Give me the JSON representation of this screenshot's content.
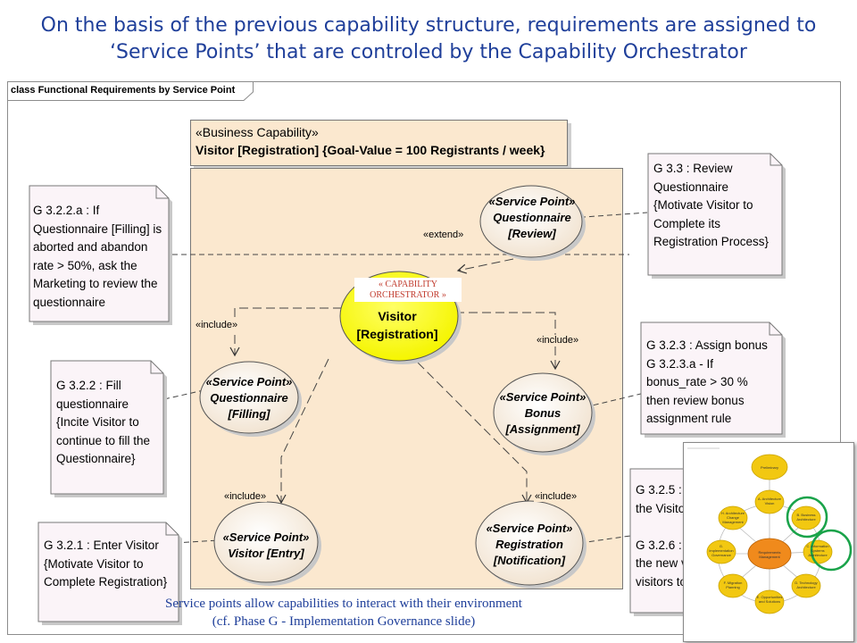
{
  "title": "On the basis of the previous capability structure, requirements are assigned to ‘Service Points’ that are controled by the Capability Orchestrator",
  "diagram": {
    "frame_label": "class Functional Requirements by Service Point",
    "capability": {
      "stereotype": "«Business Capability»",
      "name": "Visitor [Registration] {Goal-Value = 100 Registrants / week}"
    },
    "orchestrator": {
      "tag_line1": "« CAPABILITY",
      "tag_line2": "ORCHESTRATOR »",
      "name_line1": "Visitor",
      "name_line2": "[Registration]"
    },
    "service_points": [
      {
        "stereotype": "«Service Point»",
        "line1": "Questionnaire",
        "line2": "[Review]"
      },
      {
        "stereotype": "«Service Point»",
        "line1": "Questionnaire",
        "line2": "[Filling]"
      },
      {
        "stereotype": "«Service Point»",
        "line1": "Bonus",
        "line2": "[Assignment]"
      },
      {
        "stereotype": "«Service Point»",
        "line1": "Visitor [Entry]",
        "line2": ""
      },
      {
        "stereotype": "«Service Point»",
        "line1": "Registration",
        "line2": "[Notification]"
      }
    ],
    "relations": {
      "extend": "«extend»",
      "include": "«include»"
    },
    "notes": {
      "g3_3": [
        "G 3.3 : Review",
        "Questionnaire",
        "{Motivate Visitor to",
        "Complete its",
        "Registration Process}"
      ],
      "g3_2_2_a": [
        "G 3.2.2.a : If",
        "Questionnaire [Filling] is",
        "aborted and abandon",
        "rate > 50%, ask the",
        "Marketing to review the",
        "questionnaire"
      ],
      "g3_2_3": [
        "G 3.2.3 : Assign bonus",
        "G 3.2.3.a - If",
        "bonus_rate > 30 %",
        "then review bonus",
        "assignment rule"
      ],
      "g3_2_2": [
        "G 3.2.2 : Fill",
        "questionnaire",
        "{Incite Visitor to",
        "continue to fill the",
        "Questionnaire}"
      ],
      "g3_2_1": [
        "G 3.2.1 : Enter Visitor",
        "{Motivate Visitor to",
        "Complete Registration}"
      ],
      "g3_2_5_6": [
        "G 3.2.5 :",
        "the Visito",
        "",
        "G 3.2.6 :",
        "the new v",
        "visitors to"
      ]
    }
  },
  "caption": {
    "line1": "Service points allow capabilities to interact with their environment",
    "line2": "(cf. Phase G - Implementation Governance slide)"
  },
  "adm_thumbnail": {
    "center": "Requirements Management",
    "phases": [
      "Preliminary",
      "A. Architecture Vision",
      "B. Business Architecture",
      "C. Information Systems Architecture",
      "D. Technology Architecture",
      "E. Opportunities and Solutions",
      "F. Migration Planning",
      "G. Implementation Governance",
      "H. Architecture Change Management"
    ],
    "highlight_color": "#1aa34a"
  },
  "colors": {
    "title": "#1f3f9a",
    "capability_fill": "#fbe8cf",
    "orchestrator_fill": "#ffff33",
    "service_point_fill": "#fbeee0",
    "note_fill": "#fbf4f8"
  }
}
